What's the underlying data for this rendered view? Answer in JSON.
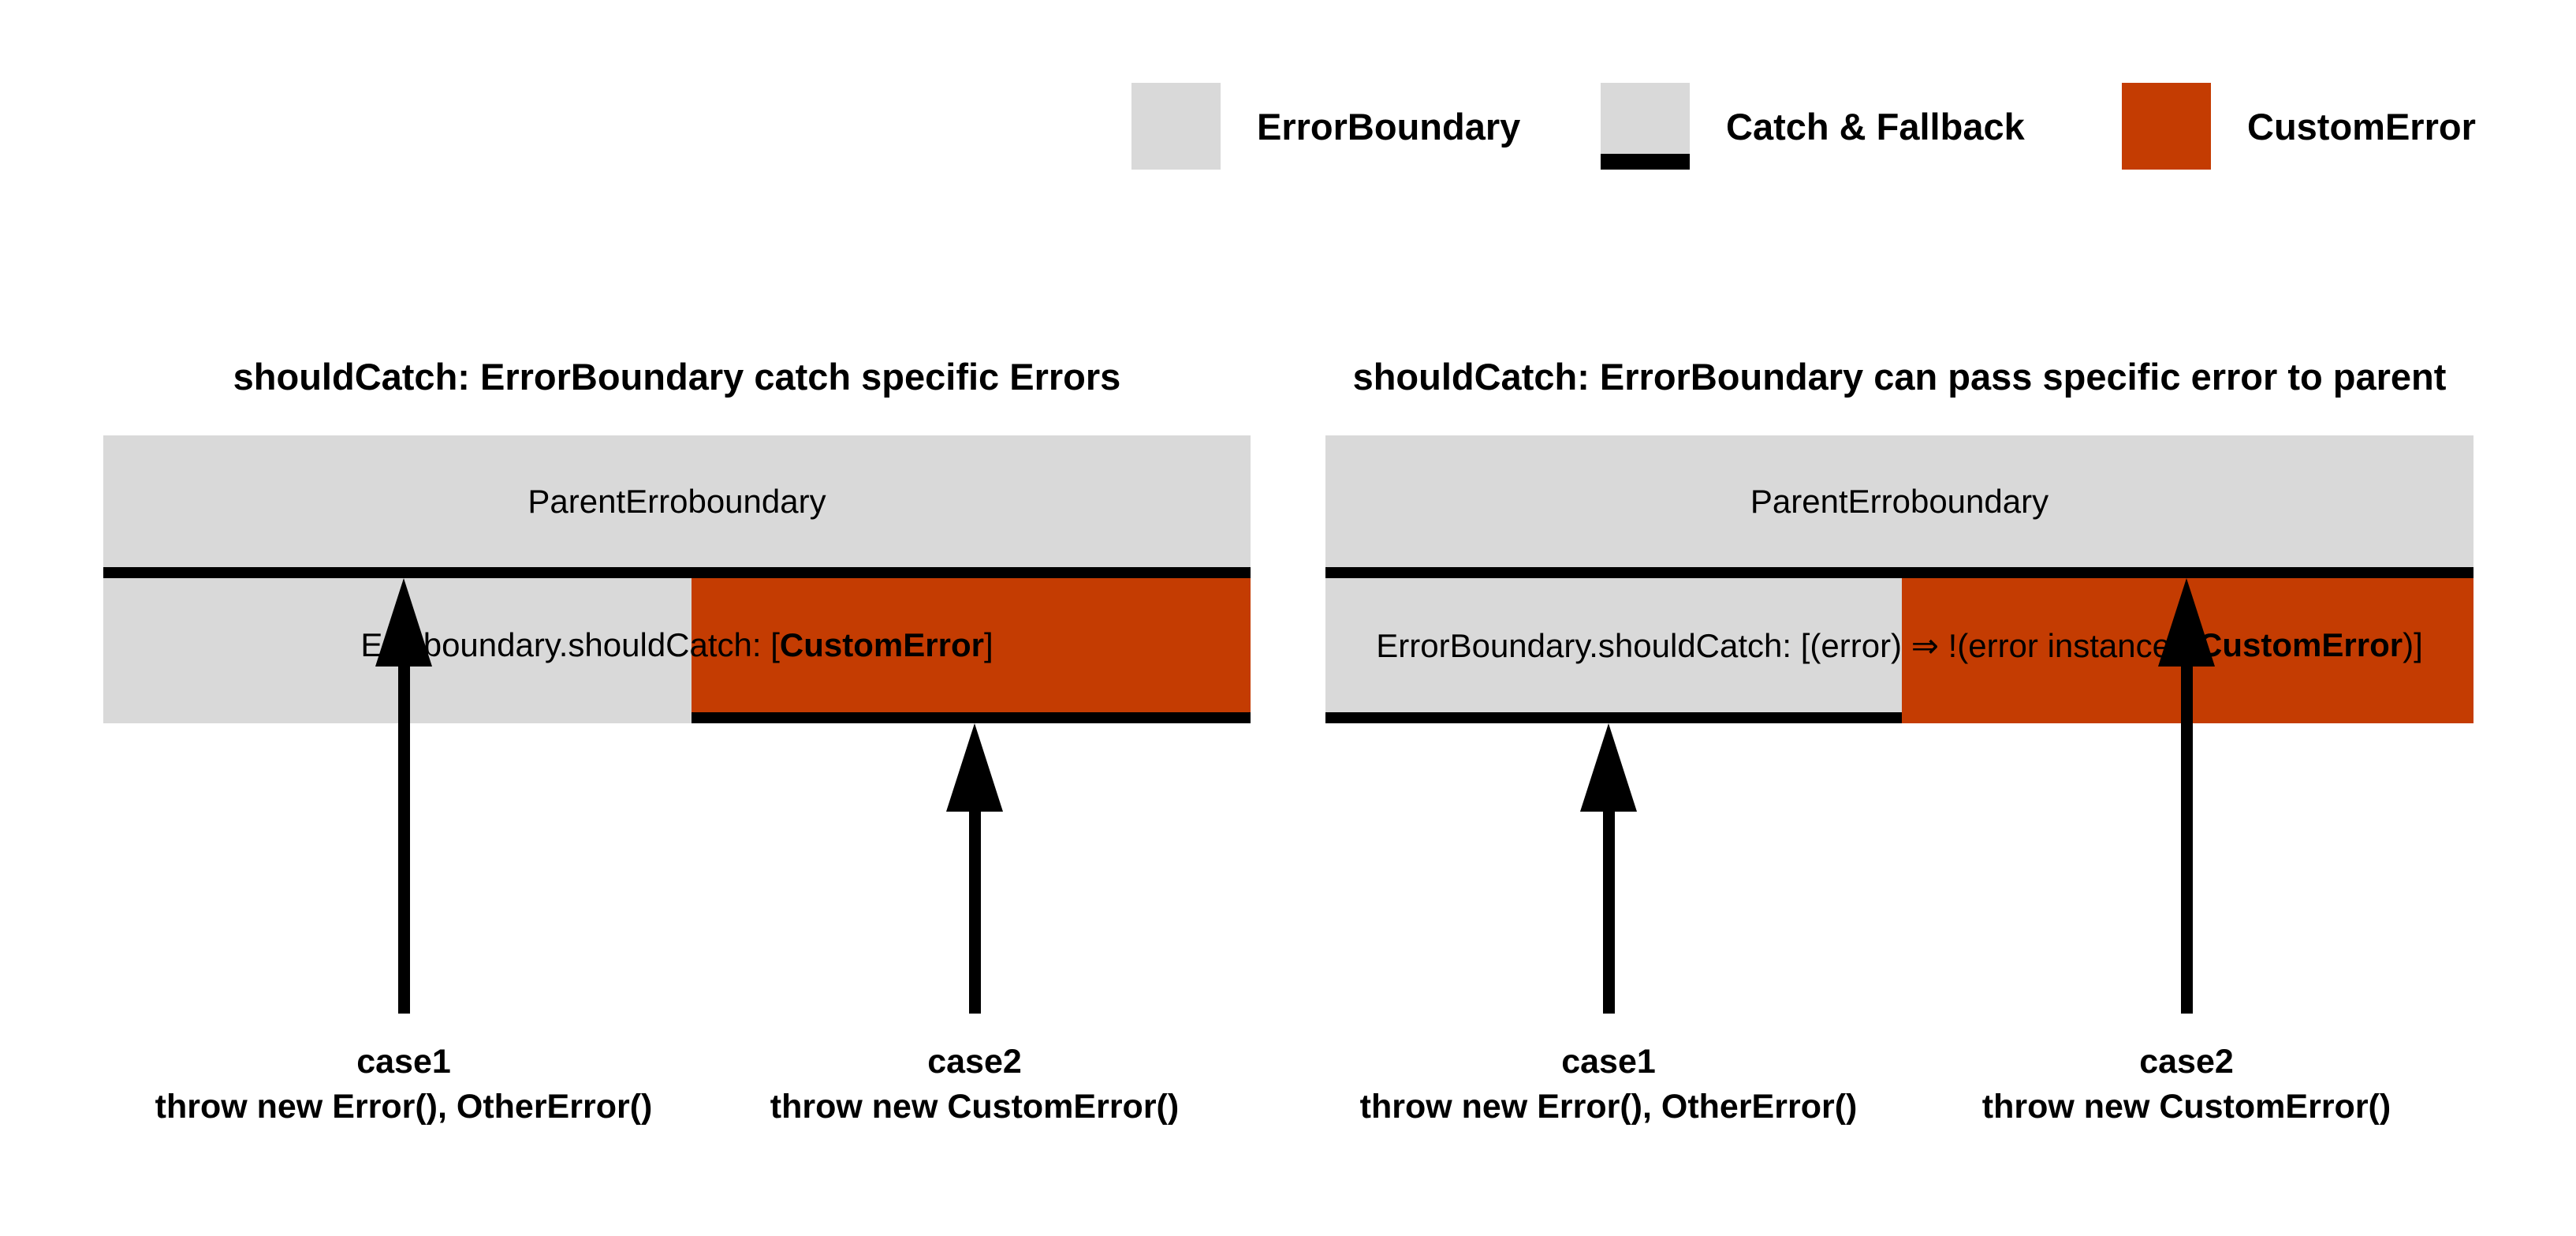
{
  "colors": {
    "background": "#FFFFFF",
    "error_boundary_gray": "#D9D9D9",
    "custom_error_orange": "#C43C02",
    "catch_border_black": "#000000"
  },
  "legend": {
    "items": [
      {
        "swatch": "error-boundary-gray",
        "label": "ErrorBoundary"
      },
      {
        "swatch": "gray-with-black-underline",
        "label": "Catch & Fallback"
      },
      {
        "swatch": "custom-error-orange",
        "label": "CustomError"
      }
    ]
  },
  "panels": [
    {
      "title": "shouldCatch: ErrorBoundary catch specific Errors",
      "parent_label": "ParentErroboundary",
      "child_label_prefix": "Erroboundary.shouldCatch: [",
      "child_label_bold": "CustomError",
      "child_label_suffix": "]",
      "cases": [
        {
          "name": "case1",
          "code": "throw new Error(), OtherError()"
        },
        {
          "name": "case2",
          "code": "throw new CustomError()"
        }
      ]
    },
    {
      "title": "shouldCatch: ErrorBoundary can pass specific error to parent",
      "parent_label": "ParentErroboundary",
      "child_label_prefix": "ErrorBoundary.shouldCatch: [(error) ⇒ !(error instanceof ",
      "child_label_bold": "CustomError",
      "child_label_suffix": ")]",
      "cases": [
        {
          "name": "case1",
          "code": "throw new Error(), OtherError()"
        },
        {
          "name": "case2",
          "code": "throw new CustomError()"
        }
      ]
    }
  ]
}
